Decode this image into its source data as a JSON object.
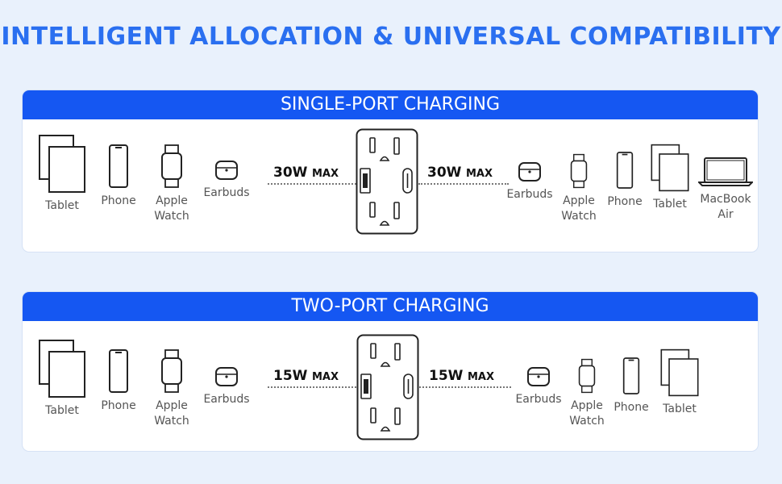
{
  "headline": "INTELLIGENT ALLOCATION & UNIVERSAL COMPATIBILITY",
  "colors": {
    "accent": "#2a6ff0",
    "header_bar": "#1557f2",
    "background": "#e9f1fc"
  },
  "single": {
    "title": "SINGLE-PORT CHARGING",
    "left_watt": "30W",
    "right_watt": "30W",
    "max_label": "MAX",
    "left_devices": [
      "Tablet",
      "Phone",
      "Apple\nWatch",
      "Earbuds"
    ],
    "right_devices": [
      "Earbuds",
      "Apple\nWatch",
      "Phone",
      "Tablet",
      "MacBook\nAir"
    ]
  },
  "dual": {
    "title": "TWO-PORT CHARGING",
    "left_watt": "15W",
    "right_watt": "15W",
    "max_label": "MAX",
    "left_devices": [
      "Tablet",
      "Phone",
      "Apple\nWatch",
      "Earbuds"
    ],
    "right_devices": [
      "Earbuds",
      "Apple\nWatch",
      "Phone",
      "Tablet"
    ]
  }
}
